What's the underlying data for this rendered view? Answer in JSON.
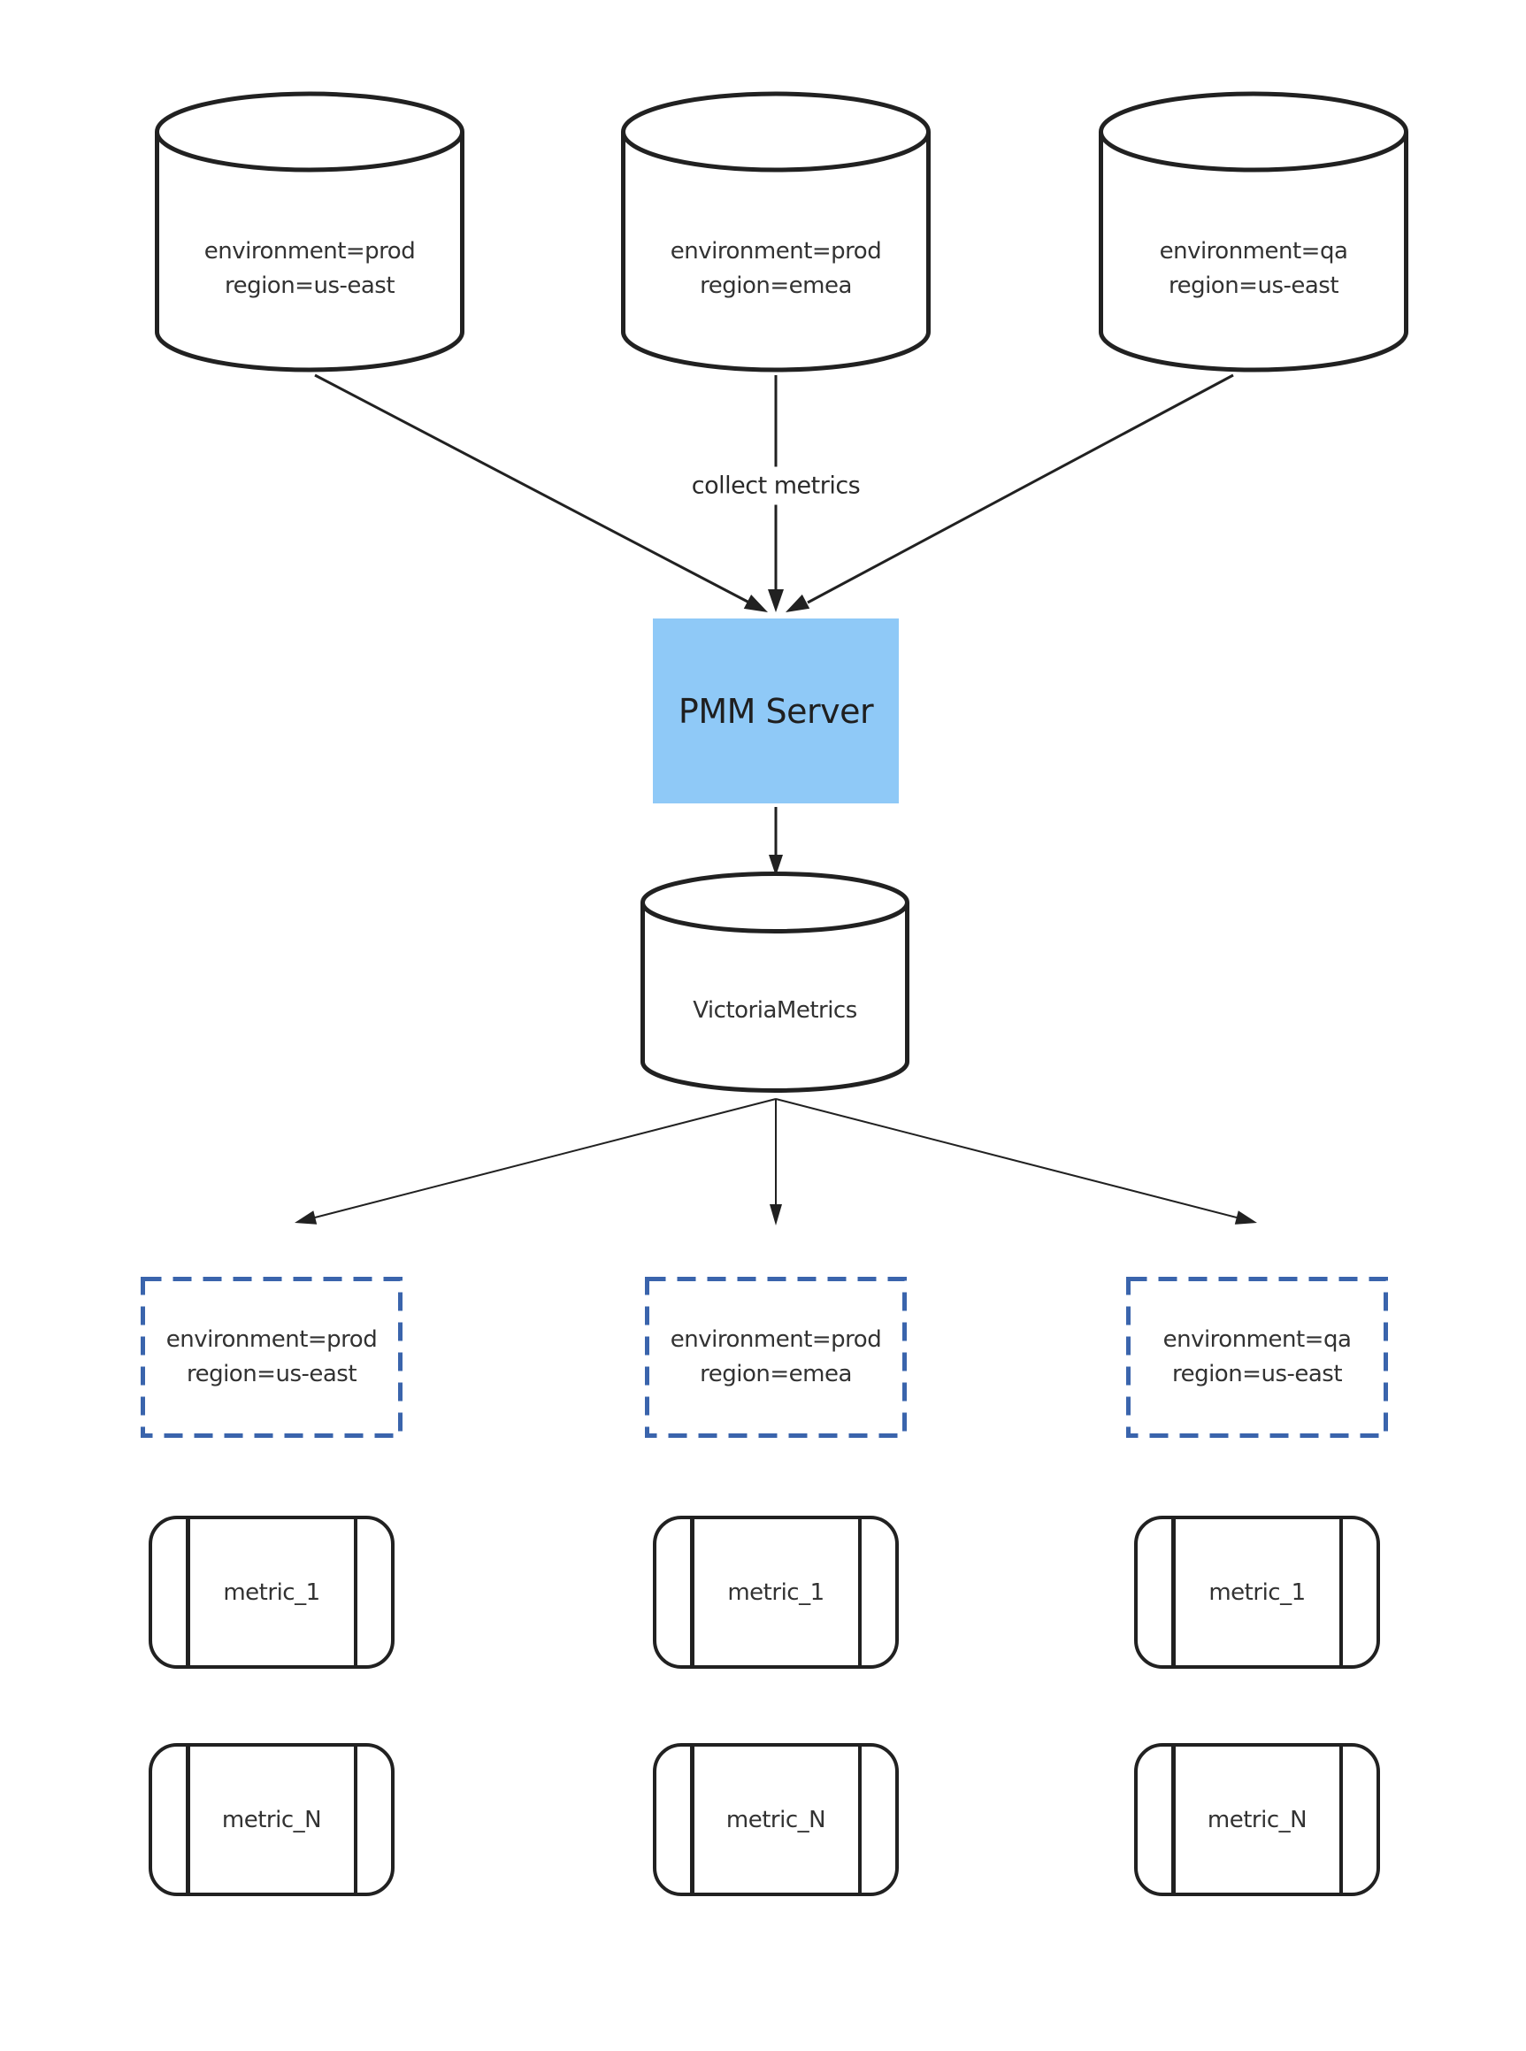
{
  "colors": {
    "canvas_background": "#ffffff",
    "shape_stroke": "#212121",
    "text": "#323232",
    "server_fill": "#8fc9f7",
    "selector_dash_blue": "#3a64ac"
  },
  "sources": [
    {
      "line1": "environment=prod",
      "line2": "region=us-east"
    },
    {
      "line1": "environment=prod",
      "line2": "region=emea"
    },
    {
      "line1": "environment=qa",
      "line2": "region=us-east"
    }
  ],
  "flow": {
    "collect_label": "collect metrics"
  },
  "server": {
    "label": "PMM Server"
  },
  "storage": {
    "label": "VictoriaMetrics"
  },
  "partitions": [
    {
      "line1": "environment=prod",
      "line2": "region=us-east",
      "metric_first": "metric_1",
      "metric_last": "metric_N"
    },
    {
      "line1": "environment=prod",
      "line2": "region=emea",
      "metric_first": "metric_1",
      "metric_last": "metric_N"
    },
    {
      "line1": "environment=qa",
      "line2": "region=us-east",
      "metric_first": "metric_1",
      "metric_last": "metric_N"
    }
  ]
}
